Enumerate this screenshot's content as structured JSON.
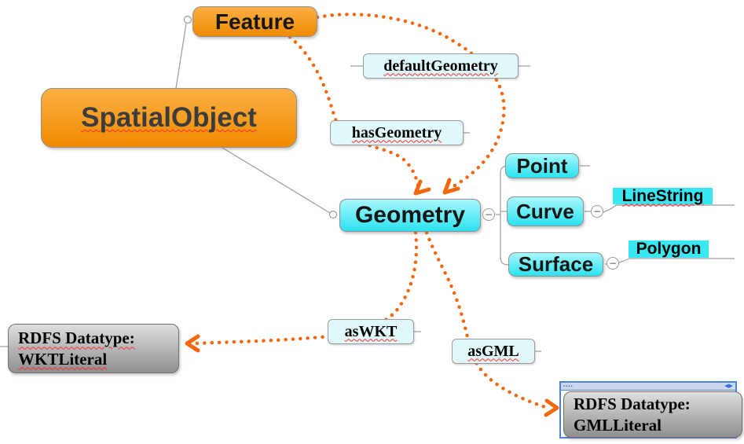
{
  "colors": {
    "node_orange_top": "#FBB045",
    "node_orange_bottom": "#F08A00",
    "node_cyan_top": "#A8F7FB",
    "node_cyan_bottom": "#2BE2F0",
    "leaf_cyan": "#38E7F2",
    "edge_label_bg": "#E1F8FA",
    "datatype_gray_top": "#DEDEDE",
    "datatype_gray_bottom": "#8F8F8F",
    "relation_dotted_orange": "#F3680F",
    "tree_line_gray": "#9A9A9A",
    "selection_blue": "#4B84D6",
    "spellcheck_red": "#FF2A2A"
  },
  "nodes": {
    "feature": {
      "label": "Feature"
    },
    "spatial_object": {
      "label": "SpatialObject"
    },
    "geometry": {
      "label": "Geometry"
    },
    "point": {
      "label": "Point"
    },
    "curve": {
      "label": "Curve"
    },
    "surface": {
      "label": "Surface"
    },
    "linestring": {
      "label": "LineString"
    },
    "polygon": {
      "label": "Polygon"
    }
  },
  "datatypes": {
    "wkt": {
      "line1": "RDFS Datatype:",
      "line2": "WKTLiteral"
    },
    "gml": {
      "line1": "RDFS Datatype:",
      "line2": "GMLLiteral"
    }
  },
  "relations": {
    "default_geometry": {
      "label": "defaultGeometry"
    },
    "has_geometry": {
      "label": "hasGeometry"
    },
    "as_wkt": {
      "label": "asWKT"
    },
    "as_gml": {
      "label": "asGML"
    }
  },
  "ui": {
    "collapse_glyph": "−",
    "selection_handle_dots": "▪▪▪▪",
    "selection_handle_arrows": "◀▶"
  }
}
